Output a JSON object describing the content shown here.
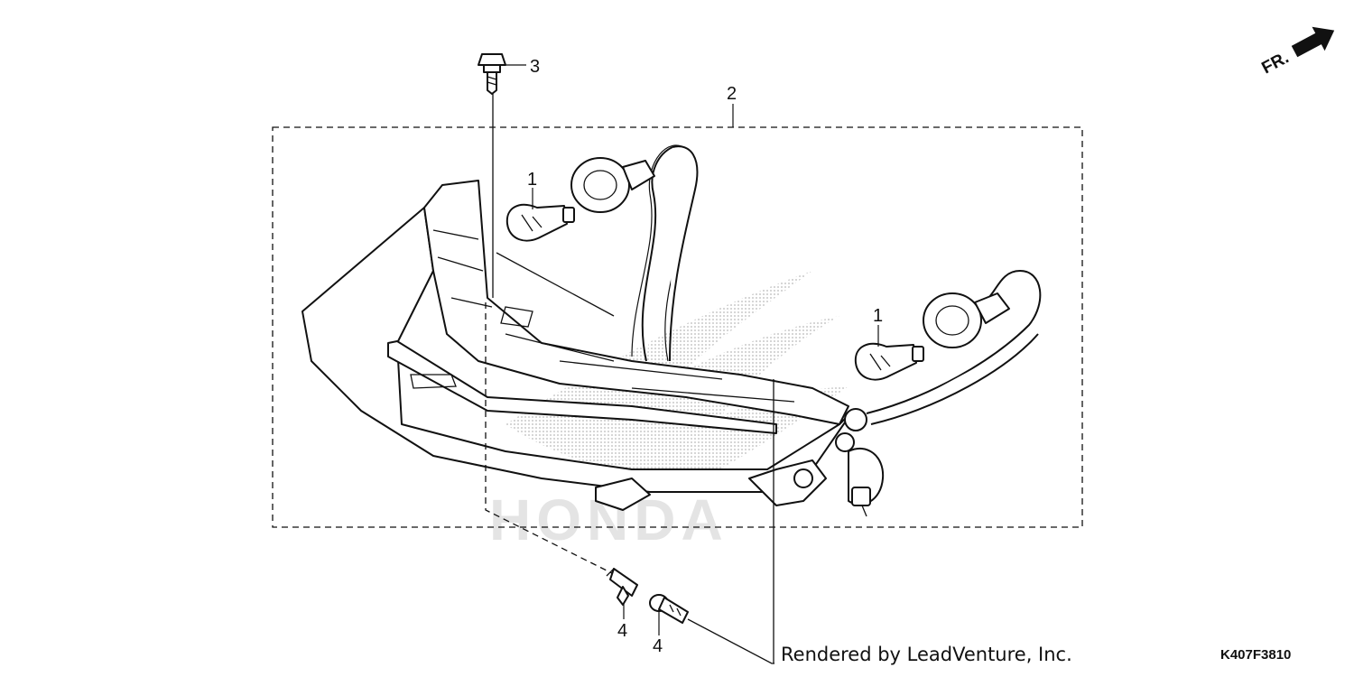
{
  "callouts": {
    "bulb_left": "1",
    "bulb_right": "1",
    "assembly": "2",
    "top_screw": "3",
    "bottom_screw_left": "4",
    "bottom_screw_right": "4"
  },
  "direction_label": "FR.",
  "watermark_text": "HONDA",
  "credit_text": "Rendered by LeadVenture, Inc.",
  "diagram_code": "K407F3810"
}
